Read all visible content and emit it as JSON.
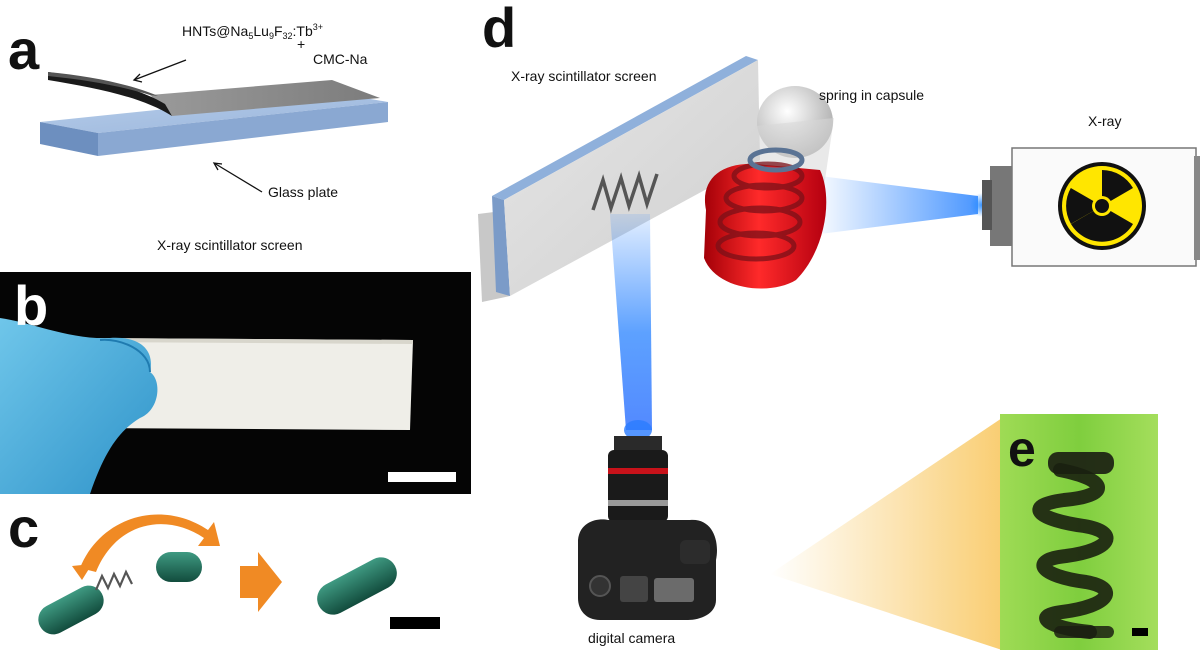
{
  "panels": {
    "a": "a",
    "b": "b",
    "c": "c",
    "d": "d",
    "e": "e"
  },
  "panel_a": {
    "material_prefix": "HNTs@Na",
    "material_sub1": "5",
    "material_mid1": "Lu",
    "material_sub2": "9",
    "material_mid2": "F",
    "material_sub3": "32",
    "material_suffix": ":Tb",
    "material_sup": "3+",
    "plus": "+",
    "binder": "CMC-Na",
    "glass_plate": "Glass plate"
  },
  "panel_b": {
    "title": "X-ray scintillator screen"
  },
  "panel_d": {
    "screen_label": "X-ray scintillator screen",
    "capsule_label": "spring in capsule",
    "source_label": "X-ray",
    "camera_label": "digital camera"
  },
  "colors": {
    "glass_blue": "#9bb8dd",
    "film_gray": "#8a8a8a",
    "capsule_red": "#d0101a",
    "capsule_green": "#1e6e5a",
    "arrow_orange": "#f08a24",
    "beam_blue": "#1e7cff",
    "radiation_yellow": "#ffe600",
    "image_green": "#8fd64a"
  },
  "icons": [
    "radiation-icon",
    "camera-icon",
    "spring-icon",
    "capsule-icon",
    "glove-hand-icon",
    "orange-arrow-icon"
  ]
}
